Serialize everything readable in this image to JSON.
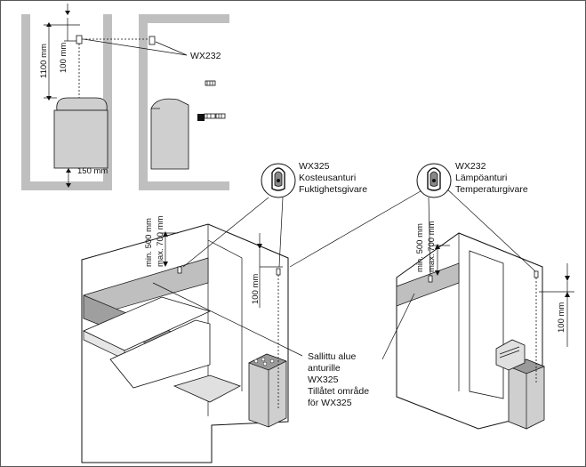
{
  "inset": {
    "dim_1100": "1100 mm",
    "dim_100": "100 mm",
    "dim_150": "150 mm",
    "sensor_label": "WX232"
  },
  "left_room": {
    "sensor_name": "WX325",
    "sensor_fi": "Kosteusanturi",
    "sensor_sv": "Fuktighetsgivare",
    "height_min": "min. 500 mm",
    "height_max": "max. 700 mm",
    "dim_100": "100 mm",
    "zone_line1": "Sallittu alue",
    "zone_line2": "anturille",
    "zone_line3": "WX325",
    "zone_line4": "Tillåtet område",
    "zone_line5": "för WX325"
  },
  "right_room": {
    "sensor_name": "WX232",
    "sensor_fi": "Lämpöanturi",
    "sensor_sv": "Temperaturgivare",
    "height_min": "min. 500 mm",
    "height_max": "max. 700 mm",
    "dim_100": "100 mm"
  },
  "colors": {
    "wall": "#bfbfbf",
    "stove": "#cfcfcf",
    "line": "#111111"
  },
  "icons": [
    "sensor-clip-icon-wx325",
    "sensor-clip-icon-wx232"
  ]
}
